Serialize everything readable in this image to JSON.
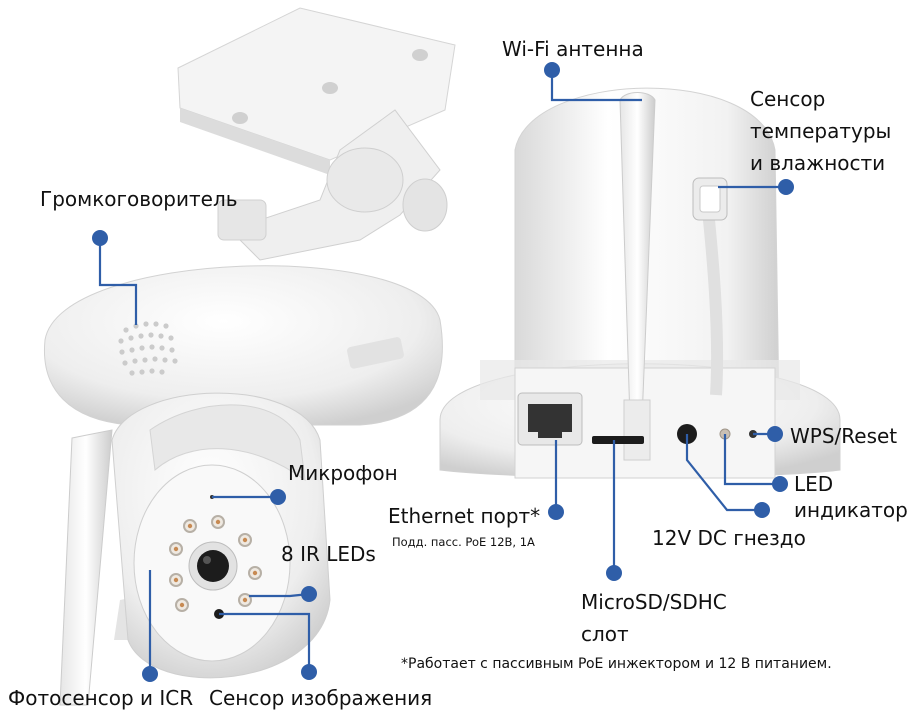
{
  "labels": {
    "speaker": "Громкоговоритель",
    "wifi_antenna": "Wi-Fi антенна",
    "temp_sensor_l1": "Сенсор",
    "temp_sensor_l2": "температуры",
    "temp_sensor_l3": "и влажности",
    "microphone": "Микрофон",
    "ir_leds": "8 IR LEDs",
    "photo_sensor": "Фотосенсор и ICR",
    "image_sensor": "Сенсор изображения",
    "ethernet": "Ethernet порт*",
    "ethernet_note": "Подд. пасс. PoE 12B, 1A",
    "microsd_l1": "MicroSD/SDHC",
    "microsd_l2": "слот",
    "dc_jack": "12V DC гнездо",
    "wps_reset": "WPS/Reset",
    "led_l1": "LED",
    "led_l2": "индикатор"
  },
  "footnote": "*Работает с пассивным PoE инжектором и 12 В питанием.",
  "colors": {
    "callout": "#2f5ea8",
    "body": "#f3f3f3",
    "shade": "#d6d6d6",
    "dark": "#1c1c1c"
  }
}
